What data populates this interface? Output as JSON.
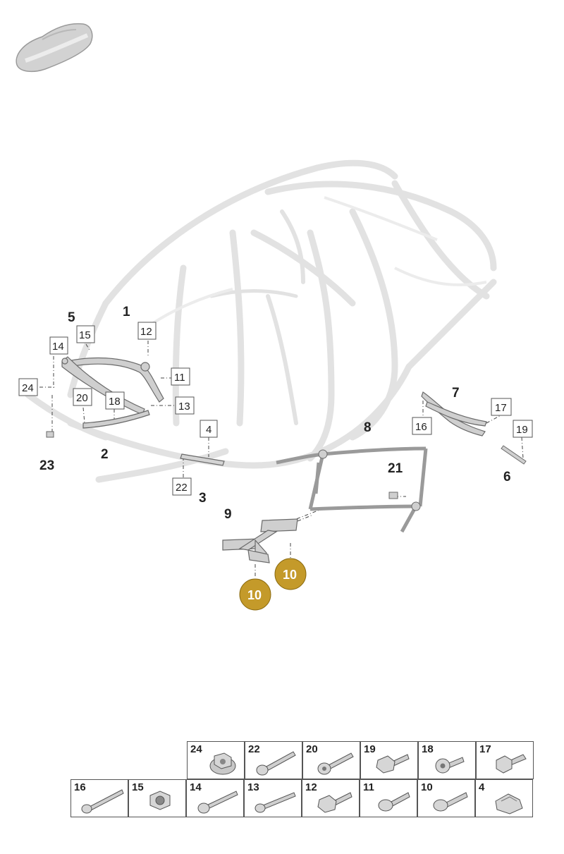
{
  "callouts": {
    "c1": "1",
    "c2": "2",
    "c3": "3",
    "c4": "4",
    "c5": "5",
    "c6": "6",
    "c7": "7",
    "c8": "8",
    "c9": "9",
    "c10a": "10",
    "c10b": "10",
    "c11": "11",
    "c12": "12",
    "c13": "13",
    "c14": "14",
    "c15": "15",
    "c16": "16",
    "c17": "17",
    "c18": "18",
    "c19": "19",
    "c20": "20",
    "c21": "21",
    "c22": "22",
    "c23": "23",
    "c24": "24"
  },
  "parts_table": {
    "row1": [
      "24",
      "22",
      "20",
      "19",
      "18",
      "17"
    ],
    "row2": [
      "16",
      "15",
      "14",
      "13",
      "12",
      "11",
      "10",
      "4"
    ]
  },
  "colors": {
    "highlight": "#c49a2a",
    "body_outline": "#dedede",
    "part_fill": "#cfcfcf",
    "part_stroke": "#6a6a6a"
  }
}
